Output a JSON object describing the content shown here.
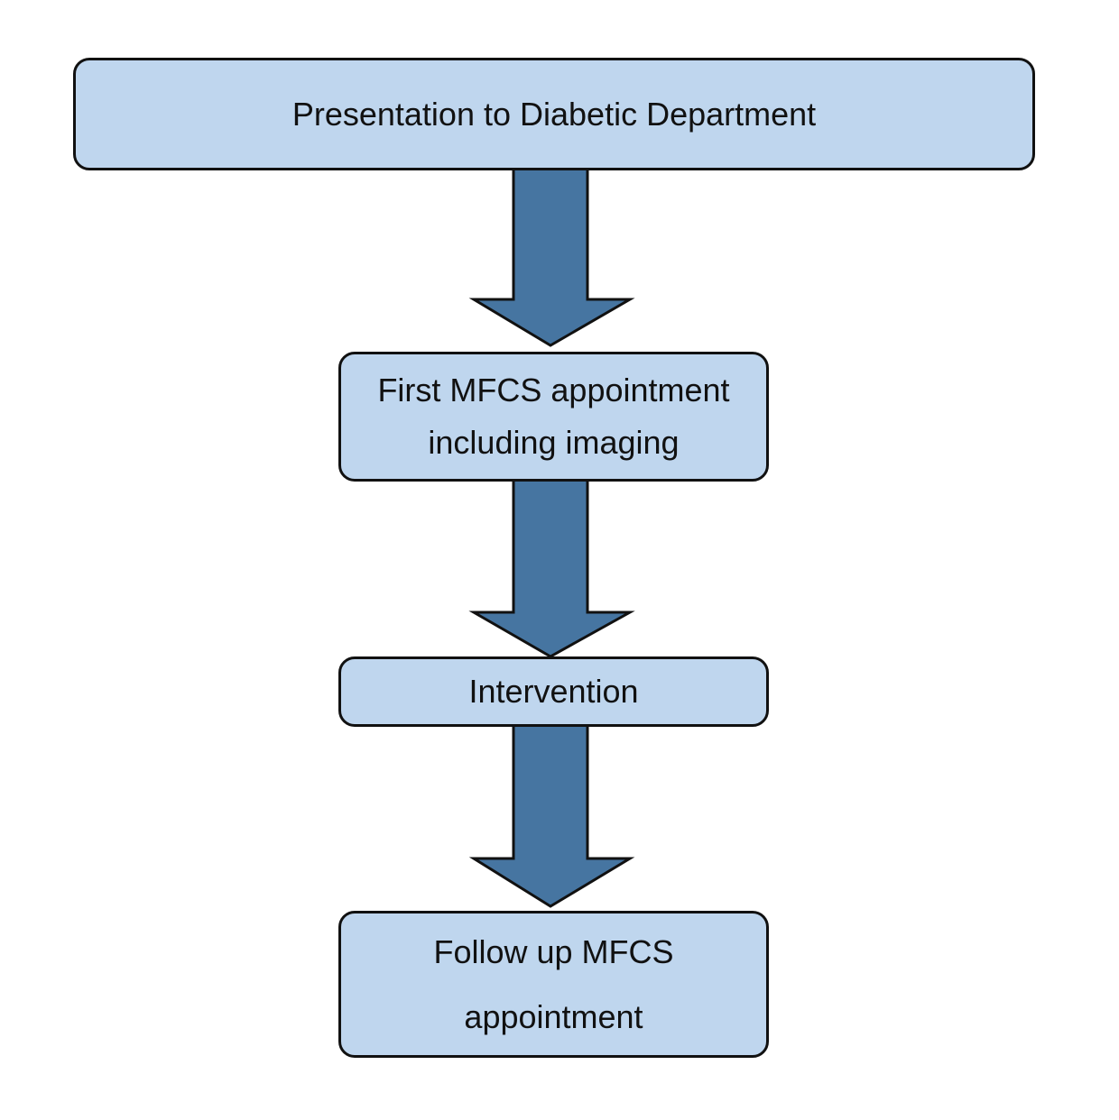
{
  "colors": {
    "box_fill": "#bfd6ee",
    "arrow_fill": "#4675a1",
    "outline": "#111111"
  },
  "flow": {
    "step1": {
      "label": "Presentation to Diabetic Department"
    },
    "step2": {
      "line1": "First MFCS appointment",
      "line2": "including imaging"
    },
    "step3": {
      "label": "Intervention"
    },
    "step4": {
      "line1": "Follow up MFCS",
      "line2": "appointment"
    }
  }
}
